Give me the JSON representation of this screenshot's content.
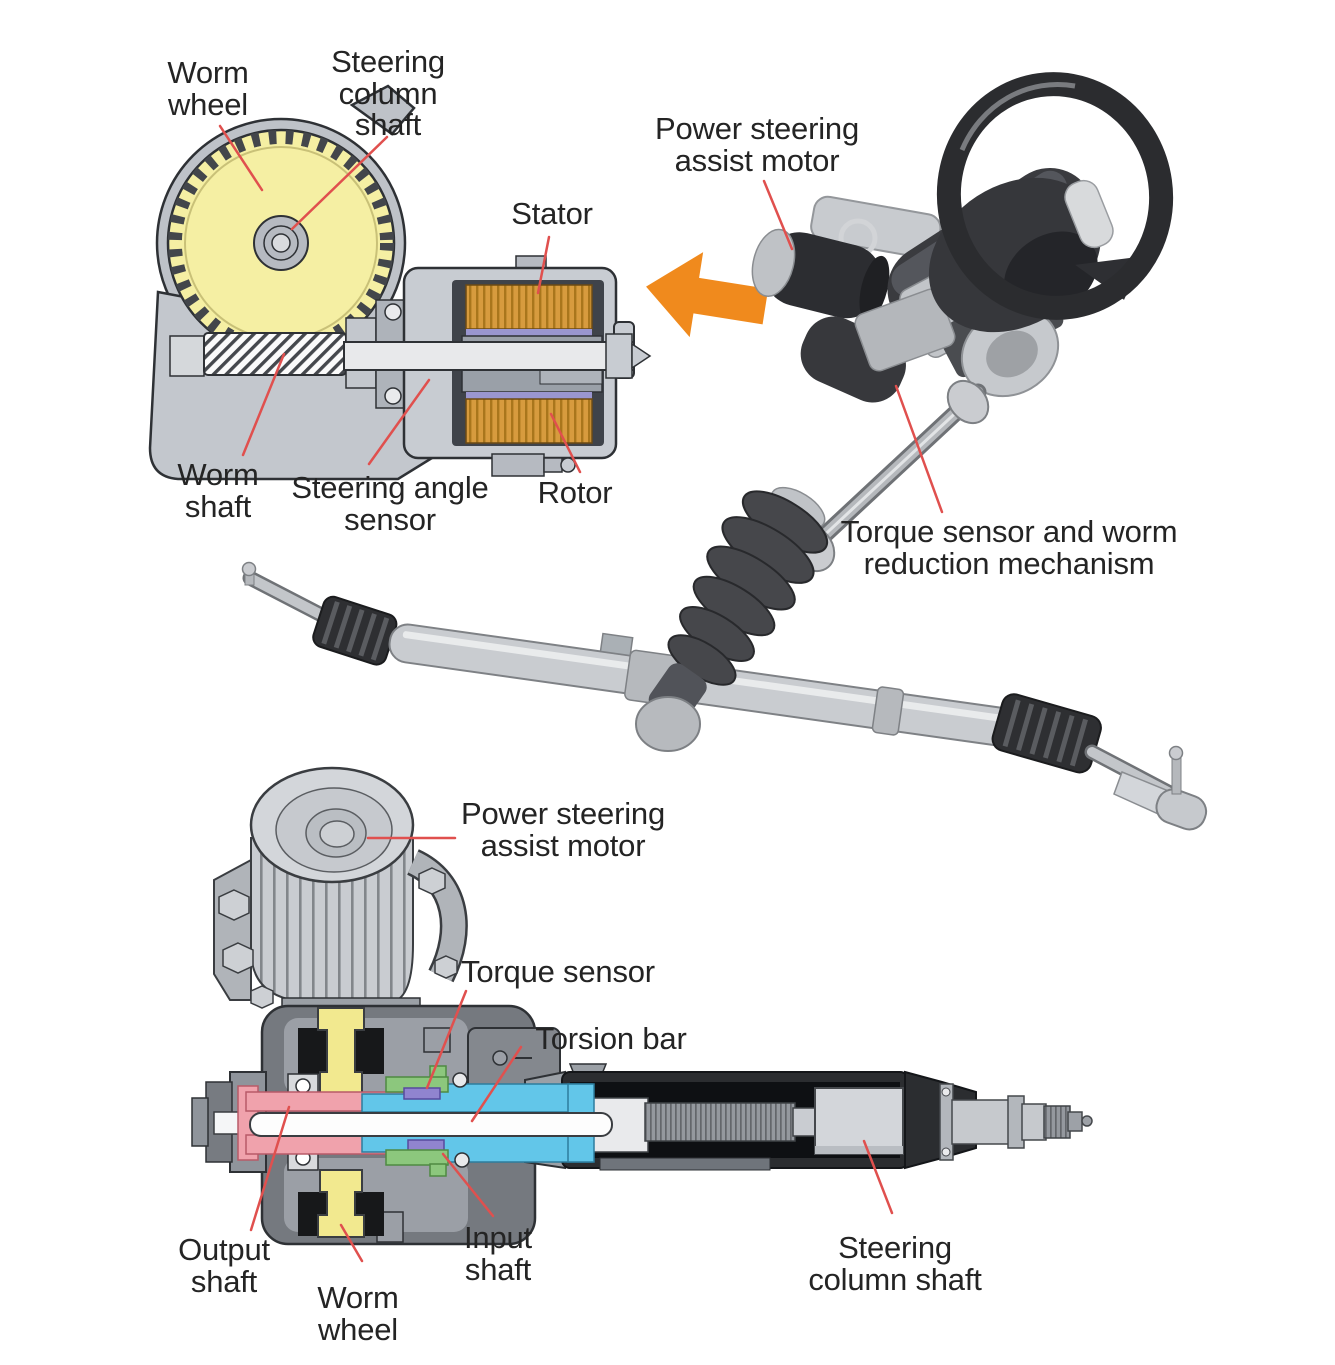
{
  "diagram": {
    "title_context": "Electric power steering column diagram",
    "labels": {
      "worm_wheel_top": "Worm wheel",
      "steering_column_shaft_top": "Steering column shaft",
      "stator": "Stator",
      "power_steering_assist_motor_top": "Power steering assist motor",
      "worm_shaft": "Worm shaft",
      "steering_angle_sensor": "Steering angle sensor",
      "rotor": "Rotor",
      "torque_sensor_worm_reduction": "Torque sensor and worm reduction mechanism",
      "power_steering_assist_motor_bottom": "Power steering assist motor",
      "torque_sensor": "Torque sensor",
      "torsion_bar": "Torsion bar",
      "output_shaft": "Output shaft",
      "worm_wheel_bottom": "Worm wheel",
      "input_shaft": "Input shaft",
      "steering_column_shaft_bottom": "Steering column shaft"
    },
    "colors": {
      "leader_red": "#e0504e",
      "arrow_orange": "#f08a1d",
      "worm_wheel_yellow": "#f5efa3",
      "worm_wheel_yellow_bottom": "#f2e98f",
      "stator_winding_orange": "#d79b3e",
      "output_shaft_pink": "#f0a2ac",
      "input_shaft_blue": "#62c6e9",
      "torque_sensor_green": "#8cc77d",
      "sensor_purple": "#9084cf",
      "text_dark": "#242424"
    }
  }
}
